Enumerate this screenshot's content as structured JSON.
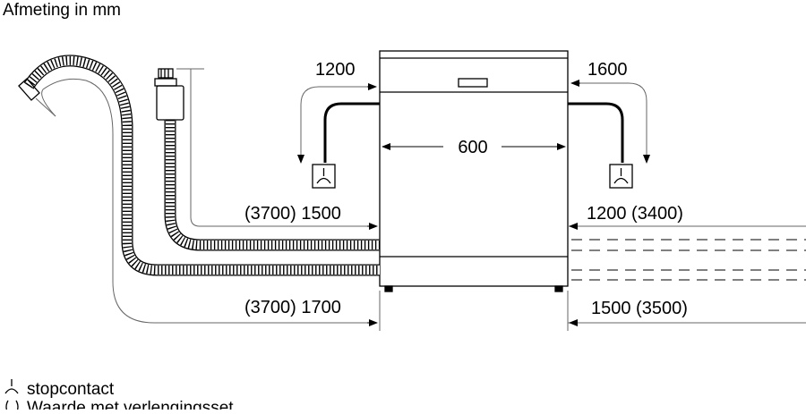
{
  "title": "Afmeting in mm",
  "dimensions": {
    "top_left": "1200",
    "top_right": "1600",
    "width": "600",
    "mid_left": "(3700) 1500",
    "mid_right": "1200 (3400)",
    "bottom_left": "(3700) 1700",
    "bottom_right": "1500 (3500)"
  },
  "legend": {
    "socket_label": "stopcontact",
    "extension_label": "Waarde met verlengingsset"
  },
  "icons": {
    "socket": "socket-icon",
    "extension": "parentheses-icon"
  },
  "colors": {
    "line": "#000000",
    "dim_line": "#555555",
    "background": "#ffffff"
  }
}
